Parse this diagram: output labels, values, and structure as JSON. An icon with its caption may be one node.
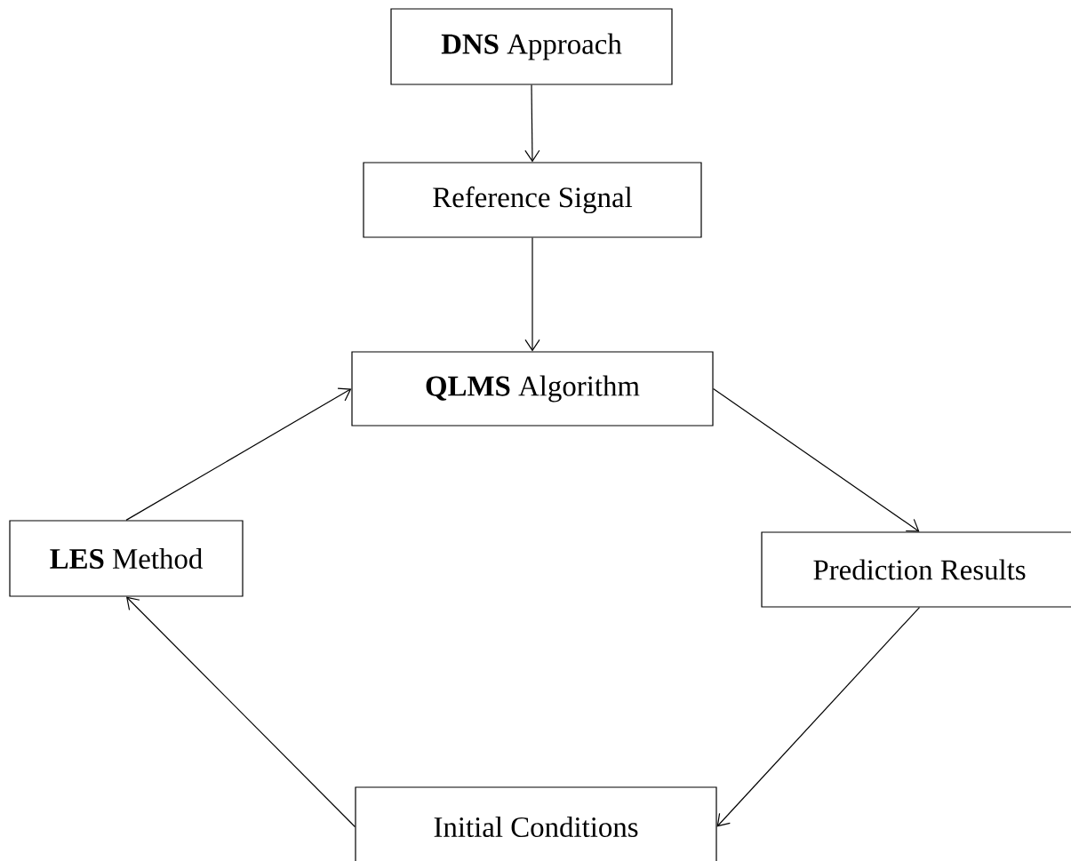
{
  "diagram": {
    "nodes": [
      {
        "text": [
          "**DNS** Approach"
        ]
      },
      {
        "text": [
          "Reference Signal"
        ]
      },
      {
        "text": [
          "**QLMS** Algorithm"
        ]
      },
      {
        "text": [
          "Prediction Results"
        ]
      },
      {
        "text": [
          "**LES** Method"
        ]
      },
      {
        "text": [
          "Initial Conditions"
        ]
      }
    ],
    "edges": [
      {
        "from": 0,
        "to": 1,
        "arrow": "to"
      },
      {
        "from": 1,
        "to": 2,
        "arrow": "to"
      },
      {
        "from": 2,
        "to": 3,
        "arrow": "to"
      },
      {
        "from": 3,
        "to": 5,
        "arrow": "to"
      },
      {
        "from": 5,
        "to": 4,
        "arrow": "to"
      },
      {
        "from": 4,
        "to": 2,
        "arrow": "to"
      }
    ]
  }
}
